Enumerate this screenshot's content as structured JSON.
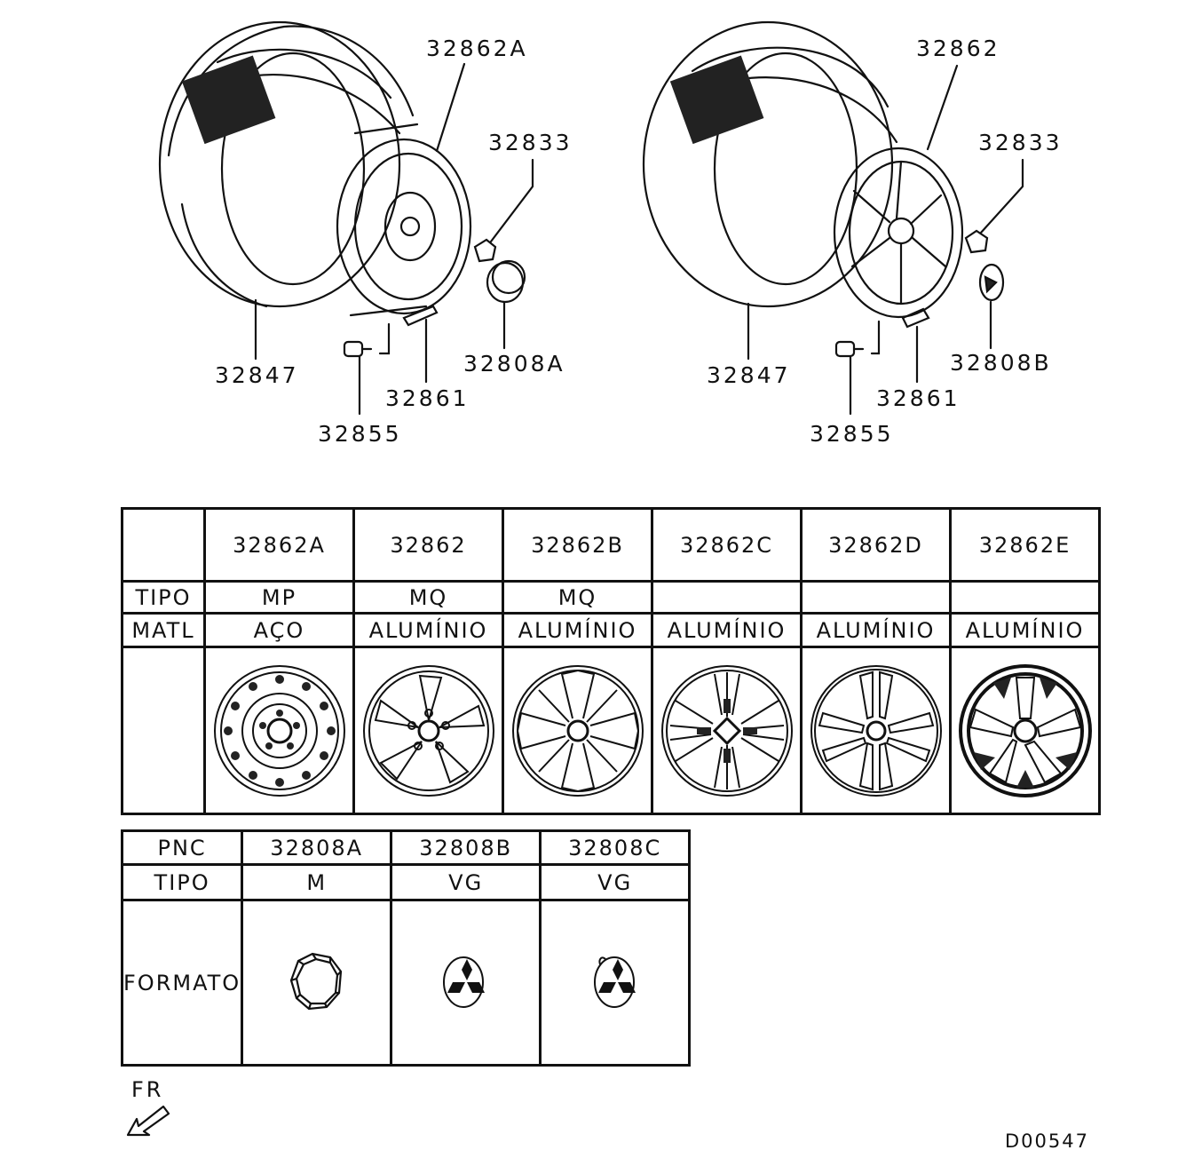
{
  "callouts_left": {
    "rim": "32862A",
    "nut": "32833",
    "tire": "32847",
    "cap": "32808A",
    "weight": "32861",
    "valve": "32855"
  },
  "callouts_right": {
    "rim": "32862",
    "nut": "32833",
    "tire": "32847",
    "cap": "32808B",
    "weight": "32861",
    "valve": "32855"
  },
  "wheel_table": {
    "row_labels": {
      "type": "TIPO",
      "material": "MATL"
    },
    "columns": [
      {
        "pnc": "32862A",
        "type": "MP",
        "material": "AÇO",
        "icon": "steel-wheel-icon"
      },
      {
        "pnc": "32862",
        "type": "MQ",
        "material": "ALUMÍNIO",
        "icon": "alloy-wheel-icon"
      },
      {
        "pnc": "32862B",
        "type": "MQ",
        "material": "ALUMÍNIO",
        "icon": "alloy-wheel-icon"
      },
      {
        "pnc": "32862C",
        "type": "",
        "material": "ALUMÍNIO",
        "icon": "alloy-wheel-icon"
      },
      {
        "pnc": "32862D",
        "type": "",
        "material": "ALUMÍNIO",
        "icon": "alloy-wheel-icon"
      },
      {
        "pnc": "32862E",
        "type": "",
        "material": "ALUMÍNIO",
        "icon": "alloy-wheel-icon"
      }
    ]
  },
  "cap_table": {
    "row_labels": {
      "pnc": "PNC",
      "type": "TIPO",
      "shape": "FORMATO"
    },
    "columns": [
      {
        "pnc": "32808A",
        "type": "M",
        "icon": "hub-nut-cap-icon"
      },
      {
        "pnc": "32808B",
        "type": "VG",
        "icon": "emblem-cap-icon"
      },
      {
        "pnc": "32808C",
        "type": "VG",
        "icon": "emblem-cap-icon"
      }
    ]
  },
  "front_marker": "FR",
  "drawing_code": "D00547"
}
